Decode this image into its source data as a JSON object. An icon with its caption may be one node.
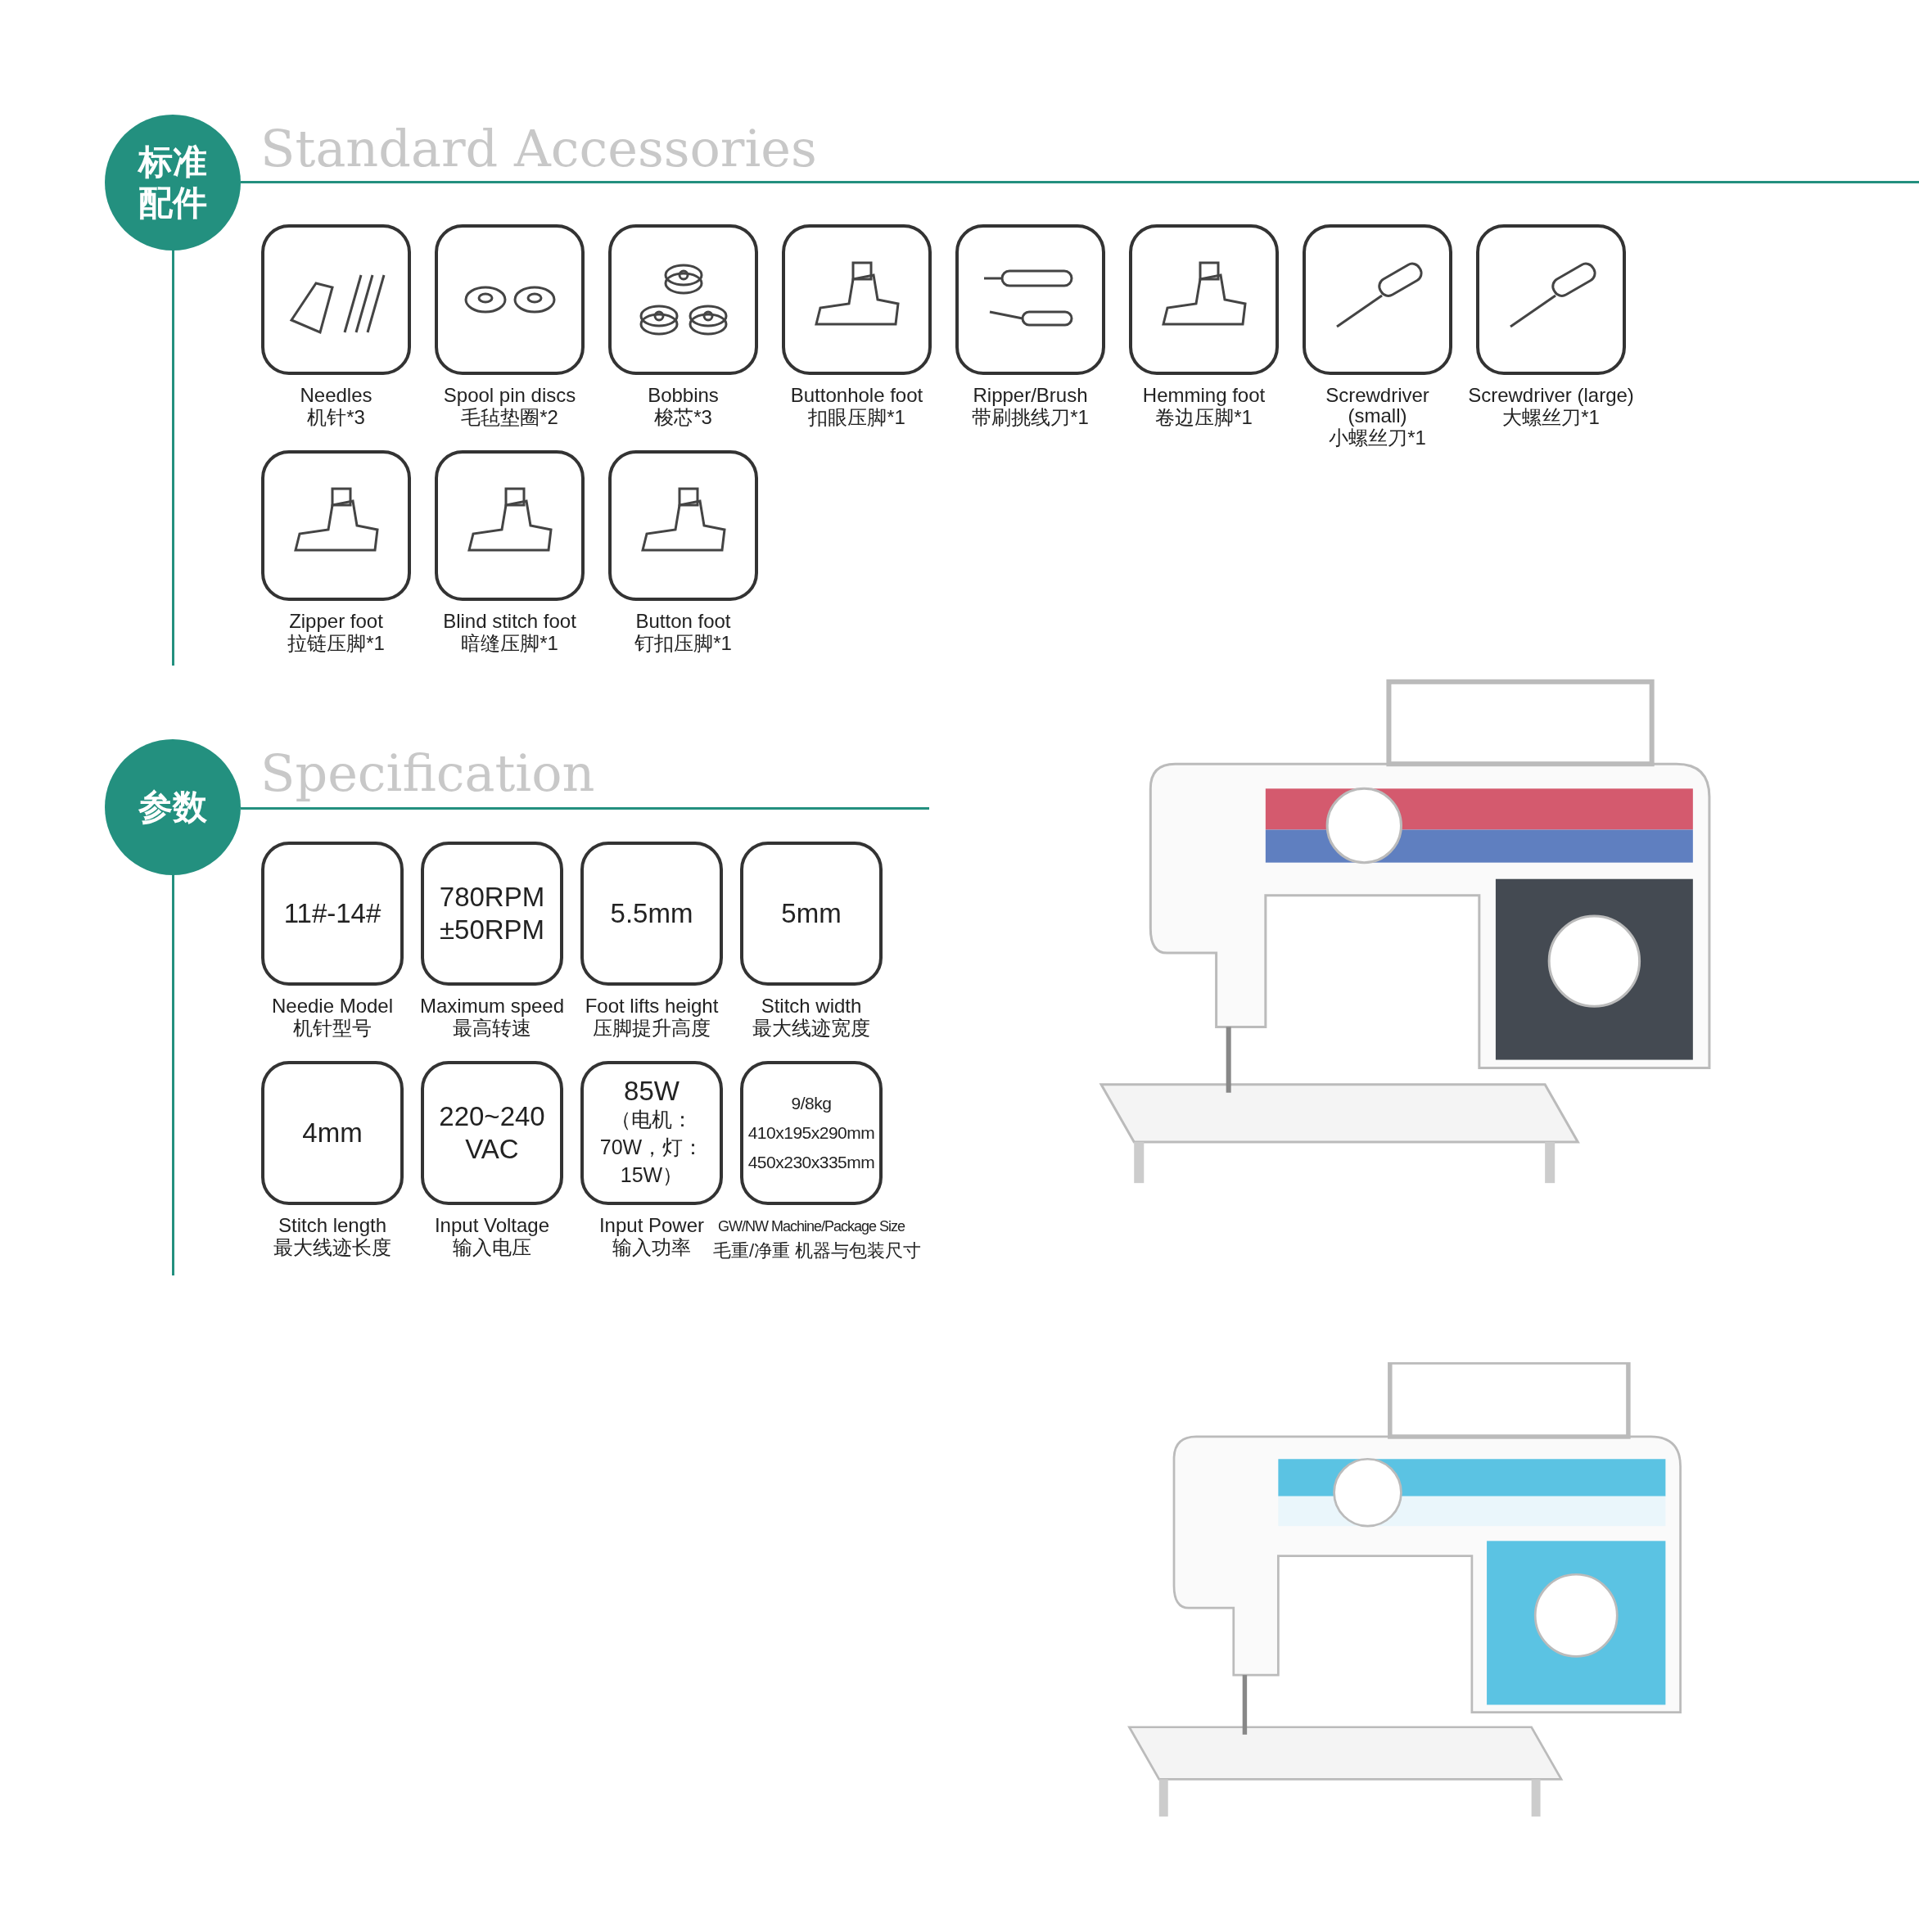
{
  "diagram": {
    "nodes": [
      {
        "text": [
          "标准配件",
          "Standard Accessories"
        ]
      },
      {
        "text": [],
        "shape": "picture",
        "beside": [
          "Needles",
          "机针*3"
        ]
      },
      {
        "text": [],
        "shape": "picture",
        "beside": [
          "Spool pin discs",
          "毛毡垫圈*2"
        ]
      },
      {
        "text": [],
        "shape": "picture",
        "beside": [
          "Bobbins",
          "梭芯*3"
        ]
      },
      {
        "text": [],
        "shape": "picture",
        "beside": [
          "Buttonhole foot",
          "扣眼压脚*1"
        ]
      },
      {
        "text": [],
        "shape": "picture",
        "beside": [
          "Ripper/Brush",
          "带刷挑线刀*1"
        ]
      },
      {
        "text": [],
        "shape": "picture",
        "beside": [
          "Hemming foot",
          "卷边压脚*1"
        ]
      },
      {
        "text": [],
        "shape": "picture",
        "beside": [
          "Screwdriver (small)",
          "小螺丝刀*1"
        ]
      },
      {
        "text": [],
        "shape": "picture",
        "beside": [
          "Screwdriver (large)",
          "大螺丝刀*1"
        ]
      },
      {
        "text": [],
        "shape": "picture",
        "beside": [
          "Zipper foot",
          "拉链压脚*1"
        ]
      },
      {
        "text": [],
        "shape": "picture",
        "beside": [
          "Blind stitch foot",
          "暗缝压脚*1"
        ]
      },
      {
        "text": [],
        "shape": "picture",
        "beside": [
          "Button foot",
          "钉扣压脚*1"
        ]
      },
      {
        "text": [
          "参数",
          "Specification"
        ]
      },
      {
        "text": [
          "11#-14#"
        ],
        "beside": [
          "Needie Model",
          "机针型号"
        ]
      },
      {
        "text": [
          "780RPM ±50RPM"
        ],
        "beside": [
          "Maximum speed",
          "最高转速"
        ]
      },
      {
        "text": [
          "5.5mm"
        ],
        "beside": [
          "Foot lifts height",
          "压脚提升高度"
        ]
      },
      {
        "text": [
          "5mm"
        ],
        "beside": [
          "Stitch width",
          "最大线迹宽度"
        ]
      },
      {
        "text": [
          "4mm"
        ],
        "beside": [
          "Stitch length",
          "最大线迹长度"
        ]
      },
      {
        "text": [
          "220~240 VAC"
        ],
        "beside": [
          "Input Voltage",
          "输入电压"
        ]
      },
      {
        "text": [
          "85W",
          "（电机：70W，灯：15W）"
        ],
        "beside": [
          "Input Power",
          "输入功率"
        ]
      },
      {
        "text": [
          "9/8kg",
          "410x195x290mm",
          "450x230x335mm"
        ],
        "beside": [
          "GW/NW Machine/Package Size",
          "毛重/净重 机器与包装尺寸"
        ]
      }
    ],
    "edges": []
  }
}
